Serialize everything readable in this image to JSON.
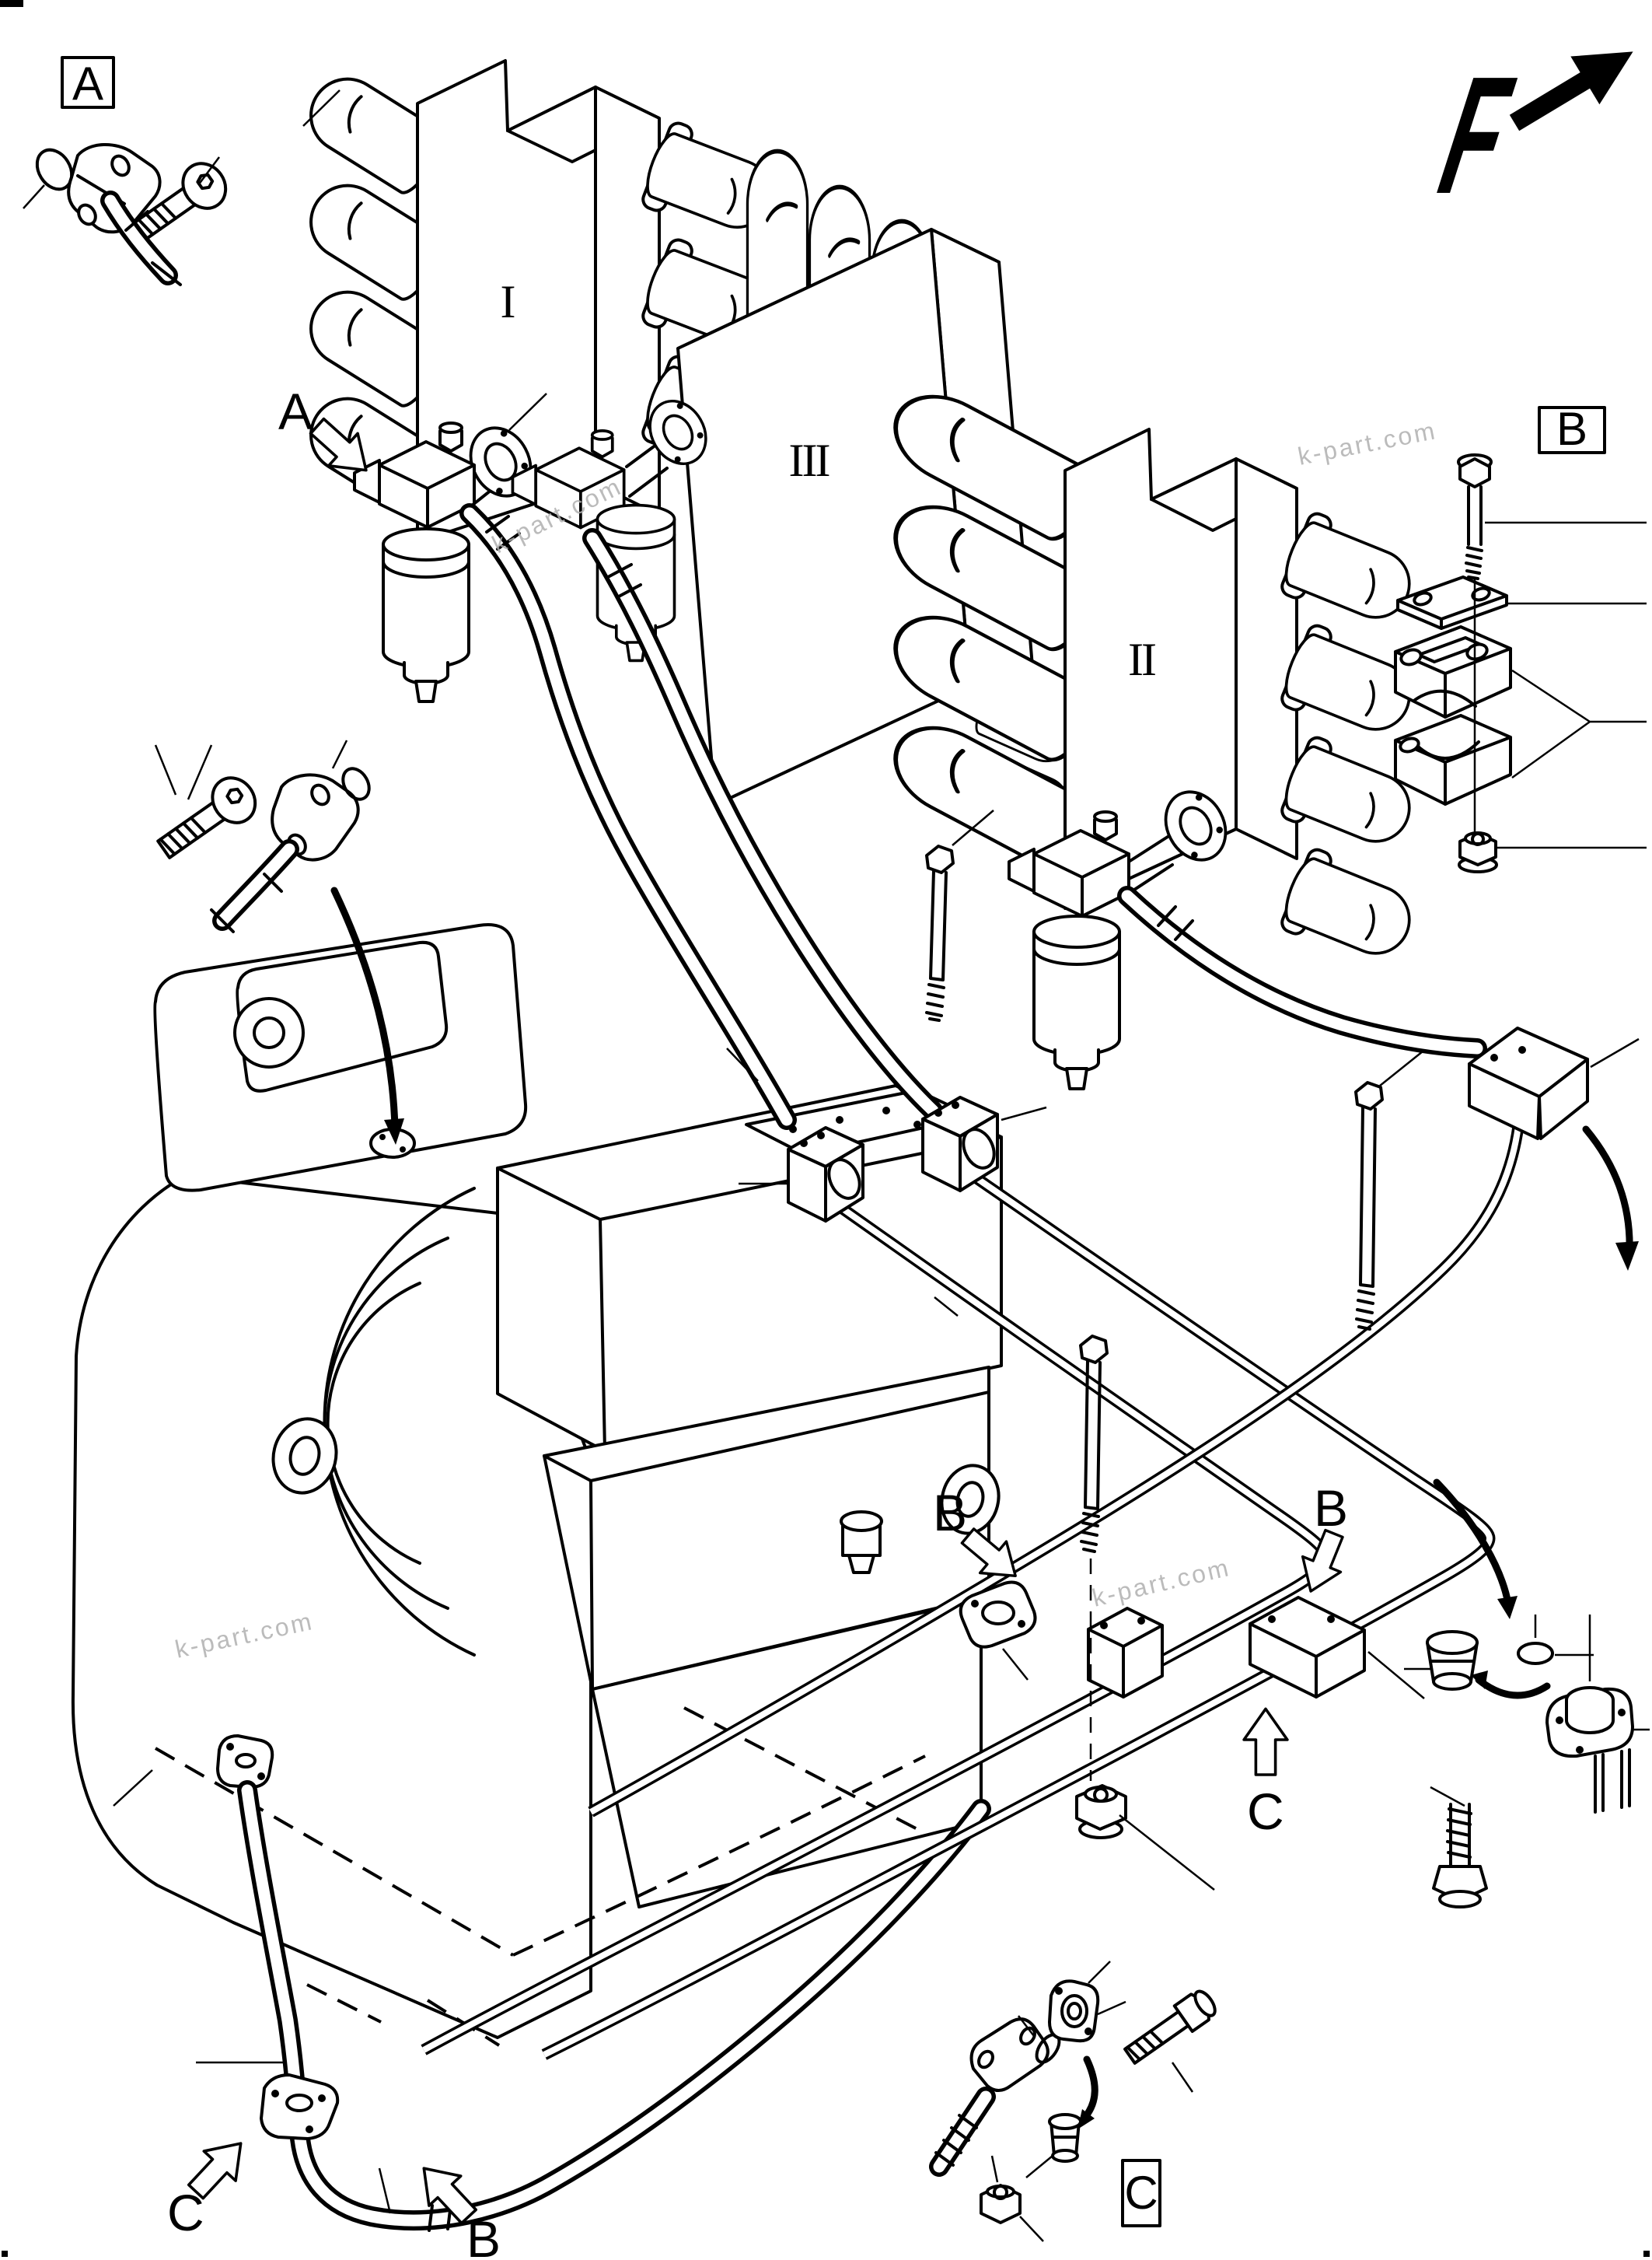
{
  "page": {
    "background": "#ffffff",
    "ink": "#000000",
    "watermark_color": "#b0b0b0"
  },
  "view_marker": {
    "label": "F"
  },
  "detail_boxes": {
    "a": "A",
    "b": "B",
    "c": "C"
  },
  "valve_banks": {
    "bank1": "I",
    "bank2": "II",
    "bank3": "III"
  },
  "flow_arrows": {
    "a": "A",
    "b_mid_left": "B",
    "b_mid_right": "B",
    "b_bottom": "B",
    "c_bottom_left": "C",
    "c_right": "C"
  },
  "watermark": {
    "text": "k-part.com"
  }
}
